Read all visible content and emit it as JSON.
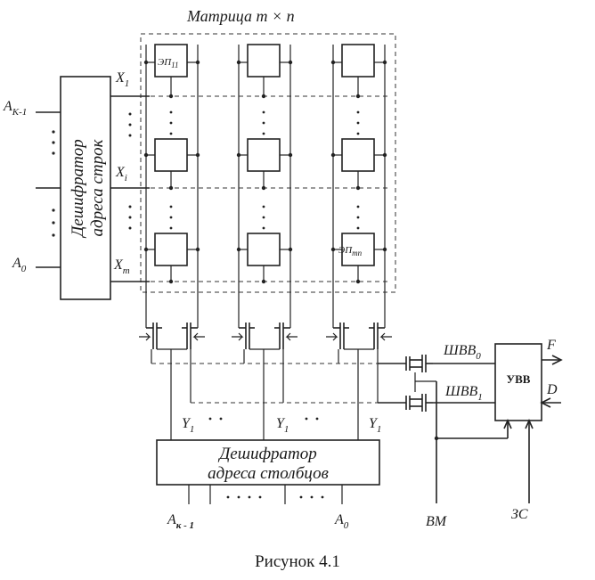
{
  "matrix_title": "Матрица  m × n",
  "row_decoder": {
    "line1": "Дешифратор",
    "line2": "адреса строк"
  },
  "col_decoder": {
    "line1": "Дешифратор",
    "line2": "адреса столбцов"
  },
  "row_inputs": {
    "top": "A",
    "top_sub": "К-1",
    "bottom": "A",
    "bottom_sub": "0"
  },
  "row_lines": [
    {
      "name": "X",
      "sub": "1"
    },
    {
      "name": "X",
      "sub": "i"
    },
    {
      "name": "X",
      "sub": "m"
    }
  ],
  "cell_first": {
    "name": "ЭП",
    "sub": "11"
  },
  "cell_last": {
    "name": "ЭП",
    "sub": "mn"
  },
  "col_lines": [
    {
      "name": "Y",
      "sub": "1"
    },
    {
      "name": "Y",
      "sub": "1"
    },
    {
      "name": "Y",
      "sub": "1"
    }
  ],
  "bus_0": {
    "name": "ШВВ",
    "sub": "0"
  },
  "bus_1": {
    "name": "ШВВ",
    "sub": "1"
  },
  "io_block": "УВВ",
  "out_f": "F",
  "in_d": "D",
  "col_inputs": {
    "left": "A",
    "left_sub": "к - 1",
    "right": "A",
    "right_sub": "0"
  },
  "vm_label": "ВМ",
  "zs_label": "ЗС",
  "caption": "Рисунок 4.1"
}
